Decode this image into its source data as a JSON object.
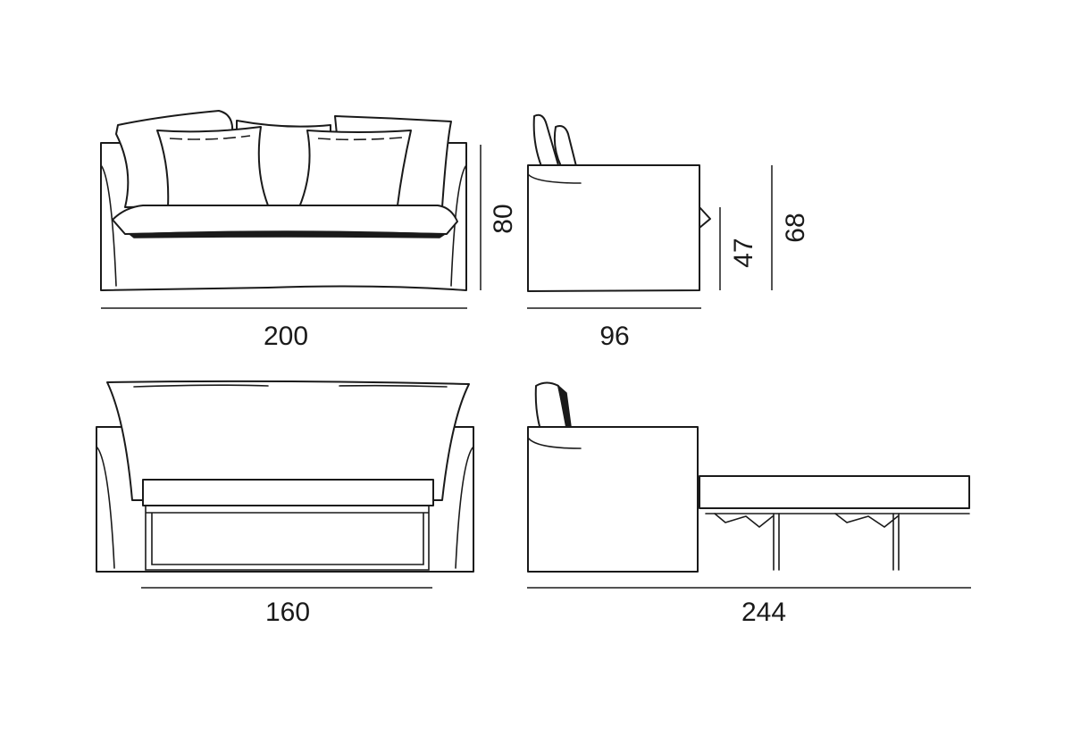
{
  "dimensions": {
    "front_width": "200",
    "front_height": "80",
    "side_depth": "96",
    "seat_height": "47",
    "side_height": "68",
    "bed_width": "160",
    "bed_length": "244"
  },
  "colors": {
    "line": "#1a1a1a",
    "background": "#ffffff"
  }
}
